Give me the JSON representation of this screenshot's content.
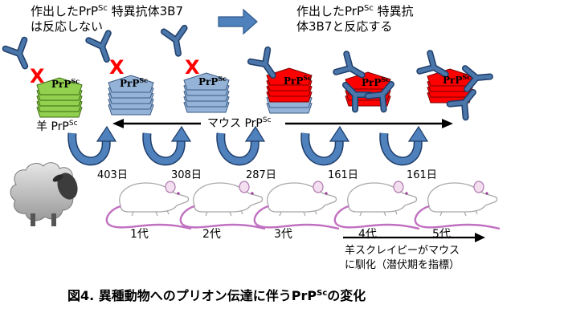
{
  "texts": {
    "top_left_line1_a": "作出したPrP",
    "top_left_line1_sup": "Sc",
    "top_left_line1_b": " 特異抗体3B7",
    "top_left_line2": "は反応しない",
    "top_right_line1_a": "作出したPrP",
    "top_right_line1_sup": "Sc",
    "top_right_line1_b": " 特異抗",
    "top_right_line2": "体3B7と反応する",
    "x_mark": "X",
    "stack_label": "PrP",
    "stack_label_sup": "Sc",
    "sheep_prp_a": "羊 PrP",
    "sheep_prp_sup": "Sc",
    "mouse_prp_a": "マウス PrP",
    "mouse_prp_sup": "Sc",
    "bottom_note_line1": "羊スクレイピーがマウス",
    "bottom_note_line2": "に馴化（潜伏期を指標）",
    "caption_a": "図4.  異種動物へのプリオン伝達に伴うPrP",
    "caption_sup": "Sc",
    "caption_b": "の変化"
  },
  "days": [
    "403日",
    "308日",
    "287日",
    "161日",
    "161日"
  ],
  "generations": [
    "1代",
    "2代",
    "3代",
    "4代",
    "5代"
  ],
  "colors": {
    "sheep_stack": "#92d050",
    "sheep_stack_edge": "#3a6a10",
    "mouse_stack": "#95b3d7",
    "mouse_stack_edge": "#3b5b85",
    "red_stack": "#ff0000",
    "red_stack_edge": "#7a0000",
    "antibody": "#4a76aa",
    "antibody_edge": "#1f3e6a",
    "cross": "#ff0000",
    "curve_arrow": "#4f81bd",
    "big_arrow": "#4f81bd",
    "mouse_body_outline": "#a8a8a8",
    "mouse_tail": "#c070c0"
  }
}
